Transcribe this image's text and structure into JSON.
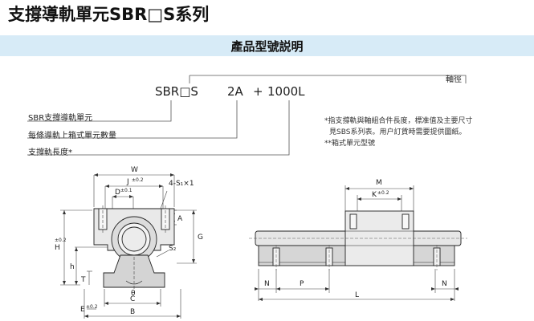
{
  "header": {
    "title": "支撐導軌單元SBR□S系列",
    "banner": "產品型號説明"
  },
  "model_code": {
    "part1": "SBR□S",
    "part2": "2A",
    "plus": "+",
    "part3": "1000L",
    "label_shaft_dia": "軸徑",
    "label_series": "SBR支撐導軌單元",
    "label_blocks": "每條導軌上箱式單元數量",
    "label_length": "支撐軌長度*"
  },
  "notes": {
    "line1": "*指支撐軌與軸組合件長度，標准值及主要尺寸",
    "line2": "見SBS系列表。用户訂貨時需要提供圖紙。",
    "line3": "**箱式單元型號"
  },
  "front_view": {
    "W": "W",
    "J": "J",
    "J_tol": "±0.2",
    "D": "D",
    "D_tol": "±0.1",
    "holes": "4-S₁×1",
    "A": "A",
    "G": "G",
    "H": "H",
    "H_tol": "±0.2",
    "h": "h",
    "S2": "S₂",
    "T": "T",
    "theta": "θ",
    "C": "C",
    "B": "B",
    "E": "E",
    "E_tol": "±0.2"
  },
  "side_view": {
    "M": "M",
    "K": "K",
    "K_tol": "±0.2",
    "N_left": "N",
    "P": "P",
    "N_right": "N",
    "L": "L"
  }
}
